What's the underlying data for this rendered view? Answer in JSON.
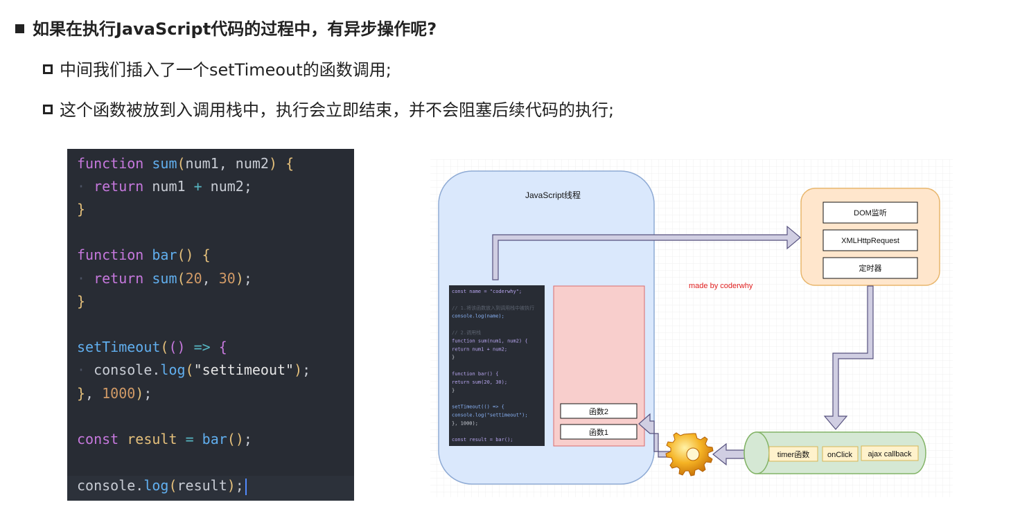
{
  "heading": "如果在执行JavaScript代码的过程中，有异步操作呢?",
  "bullets": [
    "中间我们插入了一个setTimeout的函数调用;",
    "这个函数被放到入调用栈中，执行会立即结束，并不会阻塞后续代码的执行;"
  ],
  "code": {
    "lines": [
      "function sum(num1, num2) {",
      "return num1 + num2;",
      "}",
      "",
      "function bar() {",
      "return sum(20, 30);",
      "}",
      "",
      "setTimeout(() => {",
      "console.log(\"settimeout\");",
      "}, 1000);",
      "",
      "const result = bar();",
      "",
      "console.log(result);"
    ]
  },
  "diagram": {
    "js_thread_label": "JavaScript线程",
    "watermark": "made by coderwhy",
    "web_apis": [
      "DOM监听",
      "XMLHttpRequest",
      "定时器"
    ],
    "queue_items": [
      "timer函数",
      "onClick",
      "ajax callback"
    ],
    "stack_frames": [
      "函数2",
      "函数1"
    ],
    "mini_code": [
      "const name = \"coderwhy\";",
      "",
      "// 1.将该函数放入到调用栈中被执行",
      "console.log(name);",
      "",
      "// 2.调用栈",
      "function sum(num1, num2) {",
      "  return num1 + num2;",
      "}",
      "",
      "function bar() {",
      "  return sum(20, 30);",
      "}",
      "",
      "setTimeout(() => {",
      "  console.log(\"settimeout\");",
      "}, 1000);",
      "",
      "const result = bar();"
    ],
    "colors": {
      "thread_fill": "#dae8fc",
      "thread_stroke": "#8eaad4",
      "webapi_fill": "#ffe6cc",
      "webapi_stroke": "#e8b56b",
      "stack_fill": "#f8cecc",
      "stack_stroke": "#d96b6b",
      "queue_fill": "#d5e8d4",
      "queue_stroke": "#82b366",
      "arrow_fill": "#d0cee2",
      "arrow_stroke": "#56517e"
    }
  }
}
